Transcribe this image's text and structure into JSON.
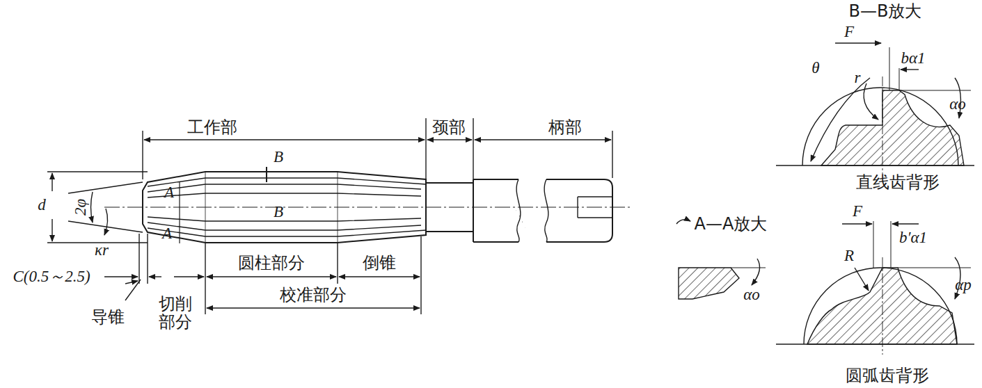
{
  "diagram": {
    "labels": [
      "工作部",
      "颈部",
      "柄部",
      "B",
      "A",
      "B",
      "A",
      "d",
      "2φ",
      "κr",
      "C(0.5～2.5)",
      "圆柱部分",
      "倒锥",
      "导锥",
      "切削 部分",
      "校准部分",
      "B—B放大",
      "F",
      "bα1",
      "θ",
      "r",
      "αo",
      "直线齿背形",
      "A—A放大",
      "αo",
      "F",
      "b′α1",
      "R",
      "αp",
      "圆弧齿背形"
    ]
  }
}
